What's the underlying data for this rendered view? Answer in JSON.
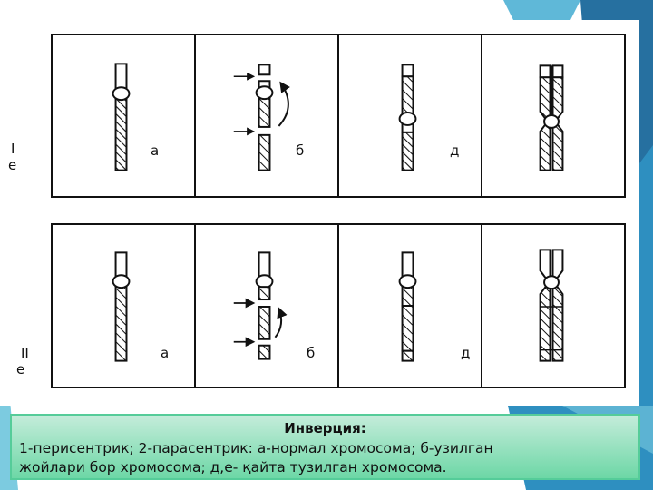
{
  "slide": {
    "colors": {
      "accent_dark": "#245f8f",
      "accent_mid": "#2e8fc0",
      "accent_light": "#7ccbe0",
      "caption_bg_top": "#c4ecda",
      "caption_bg_bottom": "#6dd7a6",
      "caption_border": "#55cc99"
    }
  },
  "figure": {
    "rows": [
      {
        "label_line1": "I",
        "label_line2": "е",
        "cells": [
          {
            "label": "а"
          },
          {
            "label": "б"
          },
          {
            "label": "д"
          },
          {
            "label": ""
          }
        ]
      },
      {
        "label_line1": "II",
        "label_line2": "е",
        "cells": [
          {
            "label": "а"
          },
          {
            "label": "б"
          },
          {
            "label": "д"
          },
          {
            "label": ""
          }
        ]
      }
    ]
  },
  "caption": {
    "title": "Инверция:",
    "line1": "1-перисентрик; 2-парасентрик: а-нормал хромосома; б-узилган",
    "line2": "жойлари бор хромосома; д,е- қайта тузилган хромосома."
  }
}
